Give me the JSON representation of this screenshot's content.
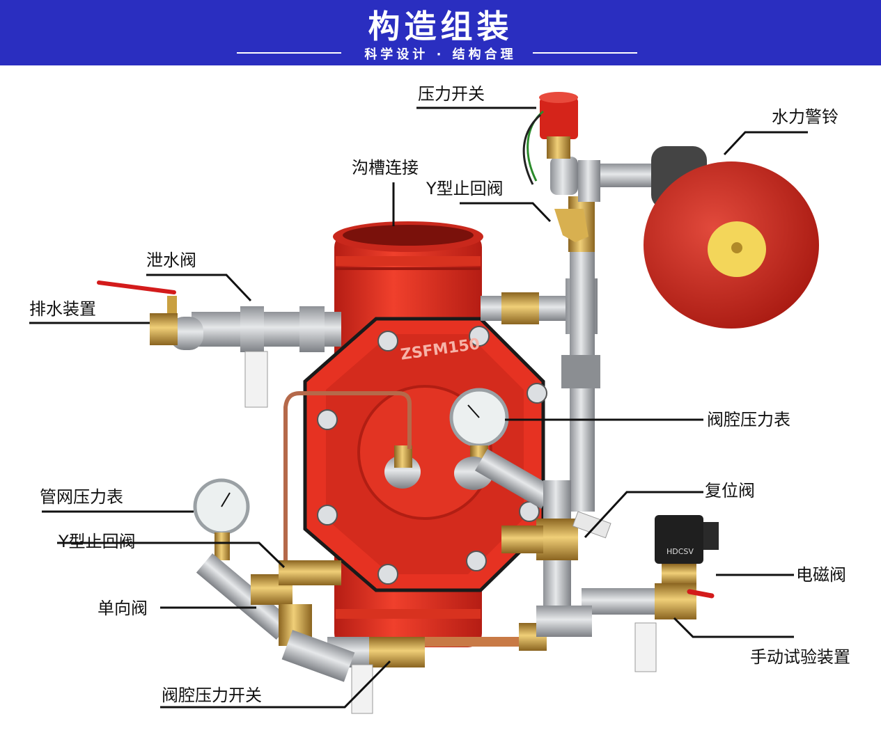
{
  "header": {
    "title": "构造组装",
    "subtitle": "科学设计 · 结构合理"
  },
  "product": {
    "model_marking": "ZSFM150",
    "solenoid_marking": "HDCSV"
  },
  "labels": {
    "pressure_switch": "压力开关",
    "water_bell": "水力警铃",
    "groove_connection": "沟槽连接",
    "y_check_valve_top": "Y型止回阀",
    "drain_valve": "泄水阀",
    "drain_device": "排水装置",
    "chamber_gauge": "阀腔压力表",
    "network_gauge": "管网压力表",
    "reset_valve": "复位阀",
    "y_check_valve_bottom": "Y型止回阀",
    "solenoid_valve": "电磁阀",
    "check_valve": "单向阀",
    "manual_test": "手动试验装置",
    "chamber_pressure_switch": "阀腔压力开关"
  },
  "colors": {
    "header_bg": "#2a2ec0",
    "valve_red": "#e02a1e",
    "bell_red": "#c8231c",
    "pipe_grey": "#b9bcc0",
    "brass": "#c9a040",
    "copper": "#c87a46"
  }
}
